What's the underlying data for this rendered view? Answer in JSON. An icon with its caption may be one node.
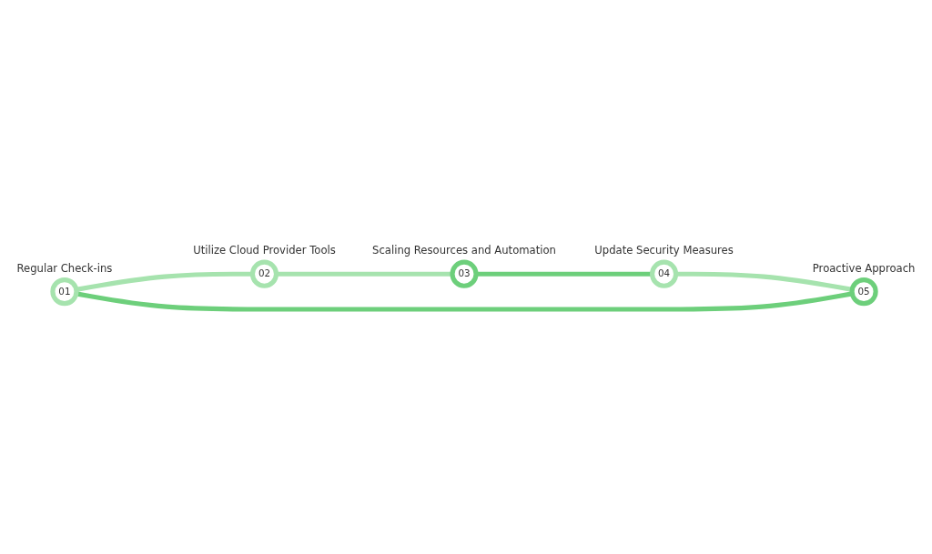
{
  "diagram": {
    "nodes": [
      {
        "text": [
          "01"
        ],
        "beside": [
          "Regular Check-ins"
        ]
      },
      {
        "text": [
          "02"
        ],
        "beside": [
          "Utilize Cloud Provider Tools"
        ]
      },
      {
        "text": [
          "03"
        ],
        "beside": [
          "Scaling Resources and Automation"
        ]
      },
      {
        "text": [
          "04"
        ],
        "beside": [
          "Update Security Measures"
        ]
      },
      {
        "text": [
          "05"
        ],
        "beside": [
          "Proactive Approach"
        ]
      }
    ],
    "edges": [
      {
        "from": 0,
        "to": 1,
        "arrow": "none"
      },
      {
        "from": 1,
        "to": 2,
        "arrow": "none"
      },
      {
        "from": 2,
        "to": 3,
        "arrow": "none",
        "color": "#6dcf7b"
      },
      {
        "from": 3,
        "to": 4,
        "arrow": "none"
      },
      {
        "from": 4,
        "to": 0,
        "arrow": "none",
        "color": "#6dcf7b"
      }
    ]
  }
}
